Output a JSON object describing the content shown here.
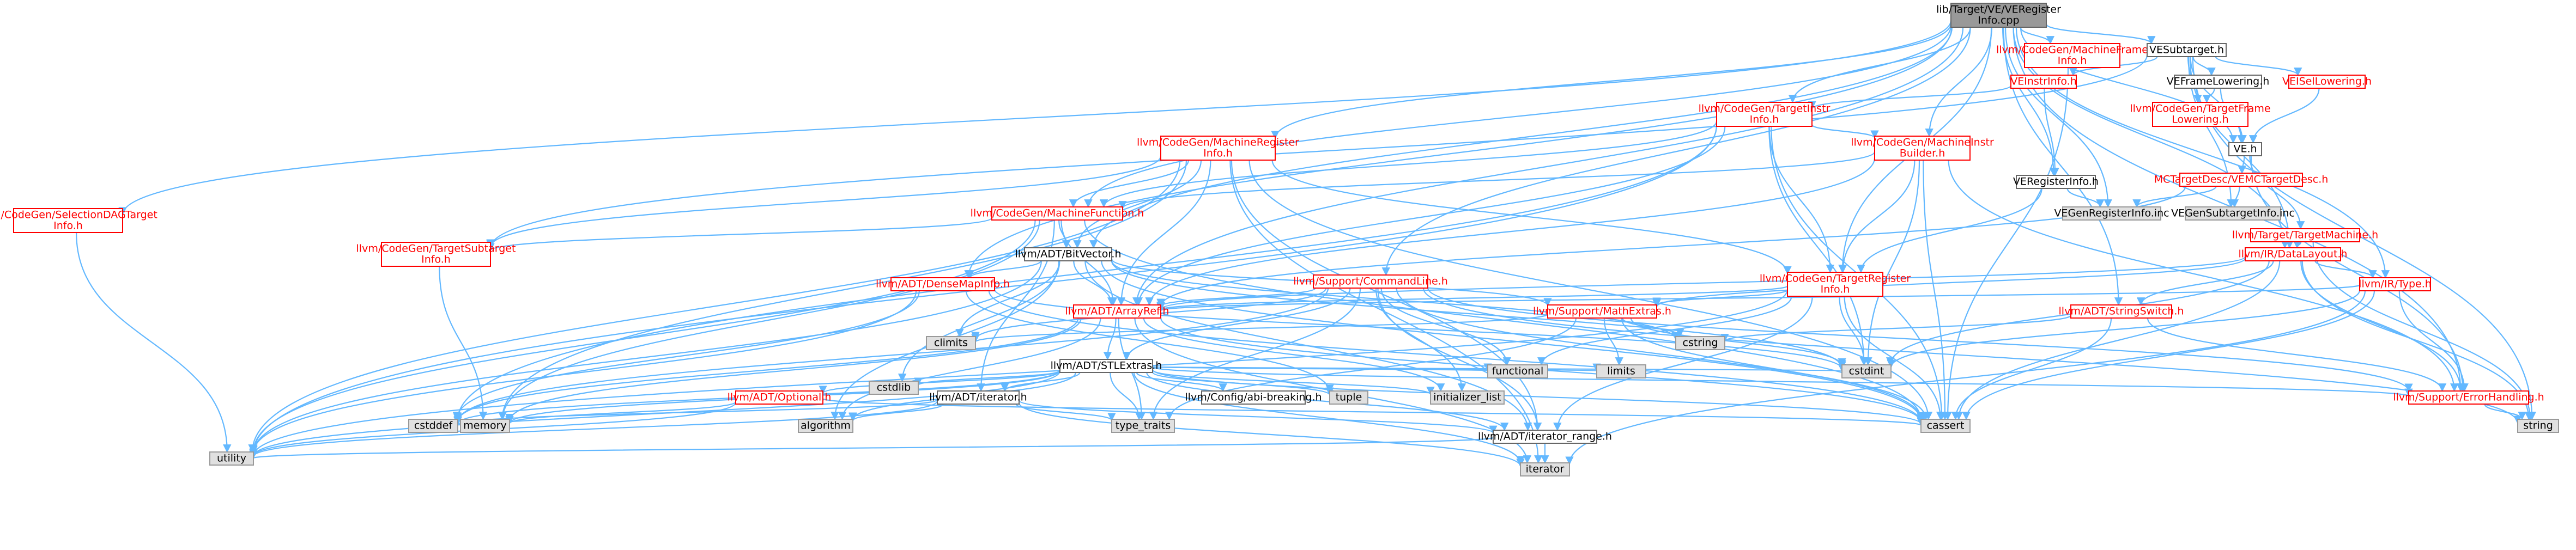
{
  "diagram": {
    "nodes": [
      {
        "id": "root",
        "style": "root",
        "lines": [
          "lib/Target/VE/VERegister",
          "Info.cpp"
        ]
      },
      {
        "id": "mfinfo",
        "style": "red",
        "lines": [
          "llvm/CodeGen/MachineFrame",
          "Info.h"
        ]
      },
      {
        "id": "vesubtarget",
        "style": "plain",
        "lines": [
          "VESubtarget.h"
        ]
      },
      {
        "id": "veinstrinfo",
        "style": "red",
        "lines": [
          "VEInstrInfo.h"
        ]
      },
      {
        "id": "veframelowering",
        "style": "plain",
        "lines": [
          "VEFrameLowering.h"
        ]
      },
      {
        "id": "veisellowering",
        "style": "red",
        "lines": [
          "VEISelLowering.h"
        ]
      },
      {
        "id": "cgtfl",
        "style": "red",
        "lines": [
          "llvm/CodeGen/TargetFrame",
          "Lowering.h"
        ]
      },
      {
        "id": "ve",
        "style": "plain",
        "lines": [
          "VE.h"
        ]
      },
      {
        "id": "cgtii",
        "style": "red",
        "lines": [
          "llvm/CodeGen/TargetInstr",
          "Info.h"
        ]
      },
      {
        "id": "mctd",
        "style": "red",
        "lines": [
          "MCTargetDesc/VEMCTargetDesc.h"
        ]
      },
      {
        "id": "mri",
        "style": "red",
        "lines": [
          "llvm/CodeGen/MachineRegister",
          "Info.h"
        ]
      },
      {
        "id": "mib",
        "style": "red",
        "lines": [
          "llvm/CodeGen/MachineInstr",
          "Builder.h"
        ]
      },
      {
        "id": "veri",
        "style": "plain",
        "lines": [
          "VERegisterInfo.h"
        ]
      },
      {
        "id": "tm",
        "style": "red",
        "lines": [
          "llvm/Target/TargetMachine.h"
        ]
      },
      {
        "id": "vegenreg",
        "style": "gray",
        "lines": [
          "VEGenRegisterInfo.inc"
        ]
      },
      {
        "id": "vegensub",
        "style": "gray",
        "lines": [
          "VEGenSubtargetInfo.inc"
        ]
      },
      {
        "id": "sdagti",
        "style": "red",
        "lines": [
          "llvm/CodeGen/SelectionDAGTarget",
          "Info.h"
        ]
      },
      {
        "id": "mf",
        "style": "red",
        "lines": [
          "llvm/CodeGen/MachineFunction.h"
        ]
      },
      {
        "id": "datalayout",
        "style": "red",
        "lines": [
          "llvm/IR/DataLayout.h"
        ]
      },
      {
        "id": "tsi",
        "style": "red",
        "lines": [
          "llvm/CodeGen/TargetSubtarget",
          "Info.h"
        ]
      },
      {
        "id": "bitvector",
        "style": "plain",
        "lines": [
          "llvm/ADT/BitVector.h"
        ]
      },
      {
        "id": "cl",
        "style": "red",
        "lines": [
          "llvm/Support/CommandLine.h"
        ]
      },
      {
        "id": "tri",
        "style": "red",
        "lines": [
          "llvm/CodeGen/TargetRegister",
          "Info.h"
        ]
      },
      {
        "id": "type",
        "style": "red",
        "lines": [
          "llvm/IR/Type.h"
        ]
      },
      {
        "id": "densemapinfo",
        "style": "red",
        "lines": [
          "llvm/ADT/DenseMapInfo.h"
        ]
      },
      {
        "id": "arrayref",
        "style": "red",
        "lines": [
          "llvm/ADT/ArrayRef.h"
        ]
      },
      {
        "id": "mathextras",
        "style": "red",
        "lines": [
          "llvm/Support/MathExtras.h"
        ]
      },
      {
        "id": "stringswitch",
        "style": "red",
        "lines": [
          "llvm/ADT/StringSwitch.h"
        ]
      },
      {
        "id": "climits",
        "style": "gray",
        "lines": [
          "climits"
        ]
      },
      {
        "id": "cstring",
        "style": "gray",
        "lines": [
          "cstring"
        ]
      },
      {
        "id": "stlextras",
        "style": "plain",
        "lines": [
          "llvm/ADT/STLExtras.h"
        ]
      },
      {
        "id": "cstdlib",
        "style": "gray",
        "lines": [
          "cstdlib"
        ]
      },
      {
        "id": "optional",
        "style": "red",
        "lines": [
          "llvm/ADT/Optional.h"
        ]
      },
      {
        "id": "iterator",
        "style": "plain",
        "lines": [
          "llvm/ADT/iterator.h"
        ]
      },
      {
        "id": "abibreaking",
        "style": "plain",
        "lines": [
          "llvm/Config/abi-breaking.h"
        ]
      },
      {
        "id": "tuple",
        "style": "gray",
        "lines": [
          "tuple"
        ]
      },
      {
        "id": "initlist",
        "style": "gray",
        "lines": [
          "initializer_list"
        ]
      },
      {
        "id": "functional",
        "style": "gray",
        "lines": [
          "functional"
        ]
      },
      {
        "id": "limits",
        "style": "gray",
        "lines": [
          "limits"
        ]
      },
      {
        "id": "cstdint",
        "style": "gray",
        "lines": [
          "cstdint"
        ]
      },
      {
        "id": "errorhandling",
        "style": "red",
        "lines": [
          "llvm/Support/ErrorHandling.h"
        ]
      },
      {
        "id": "cstddef",
        "style": "gray",
        "lines": [
          "cstddef"
        ]
      },
      {
        "id": "memory",
        "style": "gray",
        "lines": [
          "memory"
        ]
      },
      {
        "id": "algorithm",
        "style": "gray",
        "lines": [
          "algorithm"
        ]
      },
      {
        "id": "typetraits",
        "style": "gray",
        "lines": [
          "type_traits"
        ]
      },
      {
        "id": "cassert",
        "style": "gray",
        "lines": [
          "cassert"
        ]
      },
      {
        "id": "iterrange",
        "style": "plain",
        "lines": [
          "llvm/ADT/iterator_range.h"
        ]
      },
      {
        "id": "string",
        "style": "gray",
        "lines": [
          "string"
        ]
      },
      {
        "id": "utility",
        "style": "gray",
        "lines": [
          "utility"
        ]
      },
      {
        "id": "iteratorstd",
        "style": "gray",
        "lines": [
          "iterator"
        ]
      }
    ],
    "edges": [
      [
        "root",
        "mfinfo"
      ],
      [
        "root",
        "vesubtarget"
      ],
      [
        "root",
        "cgtii"
      ],
      [
        "root",
        "mri"
      ],
      [
        "root",
        "mib"
      ],
      [
        "root",
        "veri"
      ],
      [
        "root",
        "ve"
      ],
      [
        "root",
        "vegenreg"
      ],
      [
        "root",
        "sdagti"
      ],
      [
        "root",
        "mf"
      ],
      [
        "root",
        "bitvector"
      ],
      [
        "root",
        "cl"
      ],
      [
        "root",
        "tri"
      ],
      [
        "root",
        "type"
      ],
      [
        "root",
        "densemapinfo"
      ],
      [
        "root",
        "arrayref"
      ],
      [
        "root",
        "stringswitch"
      ],
      [
        "root",
        "errorhandling"
      ],
      [
        "root",
        "datalayout"
      ],
      [
        "mfinfo",
        "cassert"
      ],
      [
        "vesubtarget",
        "veinstrinfo"
      ],
      [
        "vesubtarget",
        "veframelowering"
      ],
      [
        "vesubtarget",
        "veisellowering"
      ],
      [
        "vesubtarget",
        "cgtfl"
      ],
      [
        "vesubtarget",
        "datalayout"
      ],
      [
        "vesubtarget",
        "vegensub"
      ],
      [
        "vesubtarget",
        "tsi"
      ],
      [
        "vesubtarget",
        "string"
      ],
      [
        "vesubtarget",
        "ve"
      ],
      [
        "veinstrinfo",
        "cgtii"
      ],
      [
        "veinstrinfo",
        "veri"
      ],
      [
        "veframelowering",
        "cgtfl"
      ],
      [
        "veframelowering",
        "ve"
      ],
      [
        "veisellowering",
        "ve"
      ],
      [
        "ve",
        "mctd"
      ],
      [
        "ve",
        "tm"
      ],
      [
        "ve",
        "errorhandling"
      ],
      [
        "mctd",
        "vegenreg"
      ],
      [
        "mctd",
        "vegensub"
      ],
      [
        "mctd",
        "arrayref"
      ],
      [
        "cgtii",
        "mib"
      ],
      [
        "cgtii",
        "mf"
      ],
      [
        "cgtii",
        "tri"
      ],
      [
        "cgtii",
        "arrayref"
      ],
      [
        "cgtii",
        "cstdint"
      ],
      [
        "cgtii",
        "utility"
      ],
      [
        "cgtii",
        "cassert"
      ],
      [
        "cgtii",
        "cstddef"
      ],
      [
        "mri",
        "mf"
      ],
      [
        "mri",
        "bitvector"
      ],
      [
        "mri",
        "arrayref"
      ],
      [
        "mri",
        "tri"
      ],
      [
        "mri",
        "tsi"
      ],
      [
        "mri",
        "iterrange"
      ],
      [
        "mri",
        "memory"
      ],
      [
        "mri",
        "utility"
      ],
      [
        "mri",
        "cassert"
      ],
      [
        "mri",
        "iteratorstd"
      ],
      [
        "mib",
        "mf"
      ],
      [
        "mib",
        "tri"
      ],
      [
        "mib",
        "arrayref"
      ],
      [
        "mib",
        "errorhandling"
      ],
      [
        "mib",
        "cassert"
      ],
      [
        "mib",
        "cstdint"
      ],
      [
        "veri",
        "vegenreg"
      ],
      [
        "veri",
        "tri"
      ],
      [
        "tm",
        "string"
      ],
      [
        "tm",
        "datalayout"
      ],
      [
        "sdagti",
        "utility"
      ],
      [
        "mf",
        "bitvector"
      ],
      [
        "mf",
        "arrayref"
      ],
      [
        "mf",
        "tsi"
      ],
      [
        "mf",
        "iterator"
      ],
      [
        "mf",
        "memory"
      ],
      [
        "mf",
        "utility"
      ],
      [
        "mf",
        "cassert"
      ],
      [
        "datalayout",
        "arrayref"
      ],
      [
        "datalayout",
        "type"
      ],
      [
        "datalayout",
        "mathextras"
      ],
      [
        "datalayout",
        "stringswitch"
      ],
      [
        "datalayout",
        "errorhandling"
      ],
      [
        "datalayout",
        "string"
      ],
      [
        "datalayout",
        "cstdint"
      ],
      [
        "datalayout",
        "cassert"
      ],
      [
        "tsi",
        "memory"
      ],
      [
        "bitvector",
        "densemapinfo"
      ],
      [
        "bitvector",
        "arrayref"
      ],
      [
        "bitvector",
        "iterrange"
      ],
      [
        "bitvector",
        "mathextras"
      ],
      [
        "bitvector",
        "algorithm"
      ],
      [
        "bitvector",
        "cassert"
      ],
      [
        "bitvector",
        "climits"
      ],
      [
        "bitvector",
        "cstdint"
      ],
      [
        "bitvector",
        "cstdlib"
      ],
      [
        "bitvector",
        "cstring"
      ],
      [
        "bitvector",
        "utility"
      ],
      [
        "cl",
        "arrayref"
      ],
      [
        "cl",
        "stlextras"
      ],
      [
        "cl",
        "errorhandling"
      ],
      [
        "cl",
        "iterrange"
      ],
      [
        "cl",
        "cassert"
      ],
      [
        "cl",
        "climits"
      ],
      [
        "cl",
        "cstddef"
      ],
      [
        "cl",
        "functional"
      ],
      [
        "cl",
        "initlist"
      ],
      [
        "cl",
        "string"
      ],
      [
        "cl",
        "typetraits"
      ],
      [
        "tri",
        "arrayref"
      ],
      [
        "tri",
        "mathextras"
      ],
      [
        "tri",
        "cassert"
      ],
      [
        "tri",
        "cstdint"
      ],
      [
        "tri",
        "functional"
      ],
      [
        "tri",
        "utility"
      ],
      [
        "tri",
        "iterrange"
      ],
      [
        "type",
        "arrayref"
      ],
      [
        "type",
        "errorhandling"
      ],
      [
        "type",
        "cassert"
      ],
      [
        "type",
        "cstdint"
      ],
      [
        "type",
        "iteratorstd"
      ],
      [
        "densemapinfo",
        "cassert"
      ],
      [
        "densemapinfo",
        "cstddef"
      ],
      [
        "densemapinfo",
        "cstdint"
      ],
      [
        "densemapinfo",
        "tuple"
      ],
      [
        "densemapinfo",
        "utility"
      ],
      [
        "arrayref",
        "stlextras"
      ],
      [
        "arrayref",
        "algorithm"
      ],
      [
        "arrayref",
        "cassert"
      ],
      [
        "arrayref",
        "cstddef"
      ],
      [
        "arrayref",
        "initlist"
      ],
      [
        "arrayref",
        "iteratorstd"
      ],
      [
        "arrayref",
        "memory"
      ],
      [
        "arrayref",
        "typetraits"
      ],
      [
        "arrayref",
        "vector_dummy"
      ],
      [
        "mathextras",
        "cassert"
      ],
      [
        "mathextras",
        "climits"
      ],
      [
        "mathextras",
        "cstdint"
      ],
      [
        "mathextras",
        "cstring"
      ],
      [
        "mathextras",
        "limits"
      ],
      [
        "mathextras",
        "typetraits"
      ],
      [
        "stringswitch",
        "cstring"
      ],
      [
        "stringswitch",
        "errorhandling"
      ],
      [
        "stringswitch",
        "cassert"
      ],
      [
        "stlextras",
        "optional"
      ],
      [
        "stlextras",
        "iterator"
      ],
      [
        "stlextras",
        "iterrange"
      ],
      [
        "stlextras",
        "abibreaking"
      ],
      [
        "stlextras",
        "errorhandling"
      ],
      [
        "stlextras",
        "algorithm"
      ],
      [
        "stlextras",
        "cassert"
      ],
      [
        "stlextras",
        "cstddef"
      ],
      [
        "stlextras",
        "cstdint"
      ],
      [
        "stlextras",
        "cstdlib"
      ],
      [
        "stlextras",
        "functional"
      ],
      [
        "stlextras",
        "initlist"
      ],
      [
        "stlextras",
        "iteratorstd"
      ],
      [
        "stlextras",
        "limits"
      ],
      [
        "stlextras",
        "memory"
      ],
      [
        "stlextras",
        "tuple"
      ],
      [
        "stlextras",
        "typetraits"
      ],
      [
        "stlextras",
        "utility"
      ],
      [
        "optional",
        "cassert"
      ],
      [
        "optional",
        "memory"
      ],
      [
        "optional",
        "utility"
      ],
      [
        "iterator",
        "iterrange"
      ],
      [
        "iterator",
        "algorithm"
      ],
      [
        "iterator",
        "cstddef"
      ],
      [
        "iterator",
        "iteratorstd"
      ],
      [
        "iterator",
        "typetraits"
      ],
      [
        "iterator",
        "utility"
      ],
      [
        "errorhandling",
        "string"
      ],
      [
        "iterrange",
        "iteratorstd"
      ],
      [
        "iterrange",
        "utility"
      ]
    ]
  }
}
